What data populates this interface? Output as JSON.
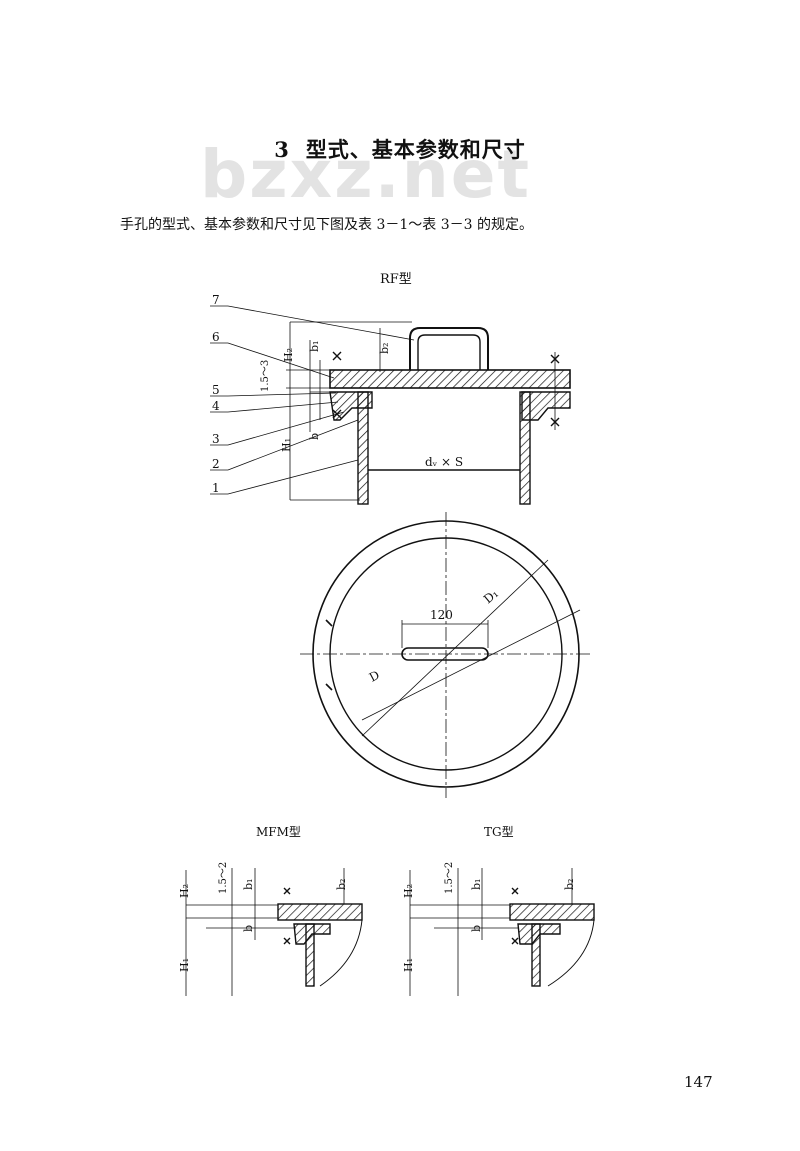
{
  "section": {
    "number": "3",
    "title": "型式、基本参数和尺寸"
  },
  "watermark": "bzxz.net",
  "intro": "手孔的型式、基本参数和尺寸见下图及表 3－1～表 3－3 的规定。",
  "figures": {
    "rf": {
      "caption": "RF型",
      "part_numbers": [
        "7",
        "6",
        "5",
        "4",
        "3",
        "2",
        "1"
      ],
      "dims": {
        "h2": "H₂",
        "h1": "H₁",
        "b1": "b₁",
        "b2": "b₂",
        "b": "b",
        "gap": "1.5～3",
        "pipe": "dᵥ × S"
      }
    },
    "plan": {
      "d1": "D₁",
      "d": "D",
      "handle_length": "120"
    },
    "mfm": {
      "caption": "MFM型",
      "h2": "H₂",
      "h1": "H₁",
      "gap": "1.5～2",
      "b1": "b₁",
      "b2": "b₂",
      "b": "b"
    },
    "tg": {
      "caption": "TG型",
      "h2": "H₂",
      "h1": "H₁",
      "gap": "1.5～2",
      "b1": "b₁",
      "b2": "b₂",
      "b": "b"
    }
  },
  "page_number": "147"
}
